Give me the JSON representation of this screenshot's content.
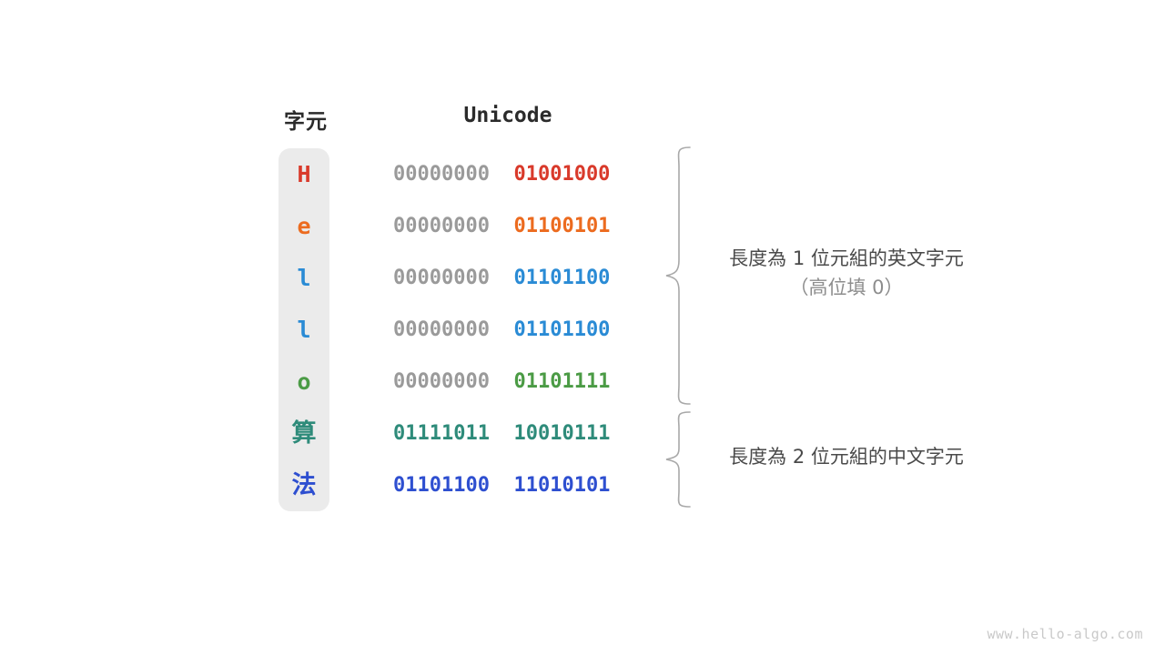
{
  "headers": {
    "character": "字元",
    "unicode": "Unicode"
  },
  "colors": {
    "panel_bg": "#ebebeb",
    "high_byte": "#9a9a9a",
    "brace": "#a8a8a8",
    "annotation_primary": "#4a4a4a",
    "annotation_secondary": "#8d8d8d",
    "watermark": "#c9c9c9",
    "header_text": "#2b2b2b"
  },
  "rows": [
    {
      "char": "H",
      "color": "#d93a2b",
      "high": "00000000",
      "low": "01001000",
      "cjk": false
    },
    {
      "char": "e",
      "color": "#ec6b1f",
      "high": "00000000",
      "low": "01100101",
      "cjk": false
    },
    {
      "char": "l",
      "color": "#2a8bd5",
      "high": "00000000",
      "low": "01101100",
      "cjk": false
    },
    {
      "char": "l",
      "color": "#2a8bd5",
      "high": "00000000",
      "low": "01101100",
      "cjk": false
    },
    {
      "char": "o",
      "color": "#4b9b45",
      "high": "00000000",
      "low": "01101111",
      "cjk": false
    },
    {
      "char": "算",
      "color": "#2e8b7a",
      "high": "01111011",
      "low": "10010111",
      "cjk": true
    },
    {
      "char": "法",
      "color": "#2e4fd0",
      "high": "01101100",
      "low": "11010101",
      "cjk": true
    }
  ],
  "annotations": [
    {
      "line1": "長度為 1 位元組的英文字元",
      "line2": "（高位填 0）"
    },
    {
      "line1": "長度為 2 位元組的中文字元",
      "line2": ""
    }
  ],
  "watermark": "www.hello-algo.com"
}
